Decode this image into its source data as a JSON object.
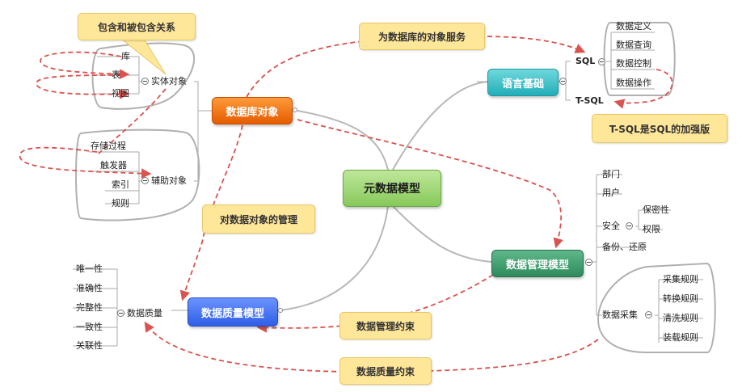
{
  "root": {
    "label": "元数据模型"
  },
  "branches": {
    "db_objects": "数据库对象",
    "lang_basics": "语言基础",
    "mgmt_model": "数据管理模型",
    "quality_model": "数据质量模型"
  },
  "entity": {
    "label": "实体对象",
    "items": [
      "库",
      "表",
      "视图"
    ]
  },
  "aux": {
    "label": "辅助对象",
    "items": [
      "存储过程",
      "触发器",
      "索引",
      "规则"
    ]
  },
  "sql": {
    "label": "SQL",
    "items": [
      "数据定义",
      "数据查询",
      "数据控制",
      "数据操作"
    ]
  },
  "tsql": {
    "label": "T-SQL"
  },
  "mgmt": {
    "dept": "部门",
    "user": "用户",
    "security": "安全",
    "security_items": [
      "保密性",
      "权限"
    ],
    "backup": "备份、还原",
    "collect": "数据采集",
    "collect_items": [
      "采集规则",
      "转换规则",
      "清洗规则",
      "装载规则"
    ]
  },
  "quality": {
    "label": "数据质量",
    "items": [
      "唯一性",
      "准确性",
      "完整性",
      "一致性",
      "关联性"
    ]
  },
  "notes": {
    "contain": "包含和被包含关系",
    "serve": "为数据库的对象服务",
    "tsql": "T-SQL是SQL的加强版",
    "manage_objects": "对数据对象的管理",
    "mgmt_constraint": "数据管理约束",
    "quality_constraint": "数据质量约束"
  },
  "colors": {
    "link": "#b8b8b8",
    "relation": "#d9534f",
    "note_fill": "#ffe79a",
    "orange": "#f07010",
    "teal": "#36c0c8",
    "green": "#3d9a6a",
    "blue": "#3a6cf0",
    "root": "#a6da7a"
  }
}
